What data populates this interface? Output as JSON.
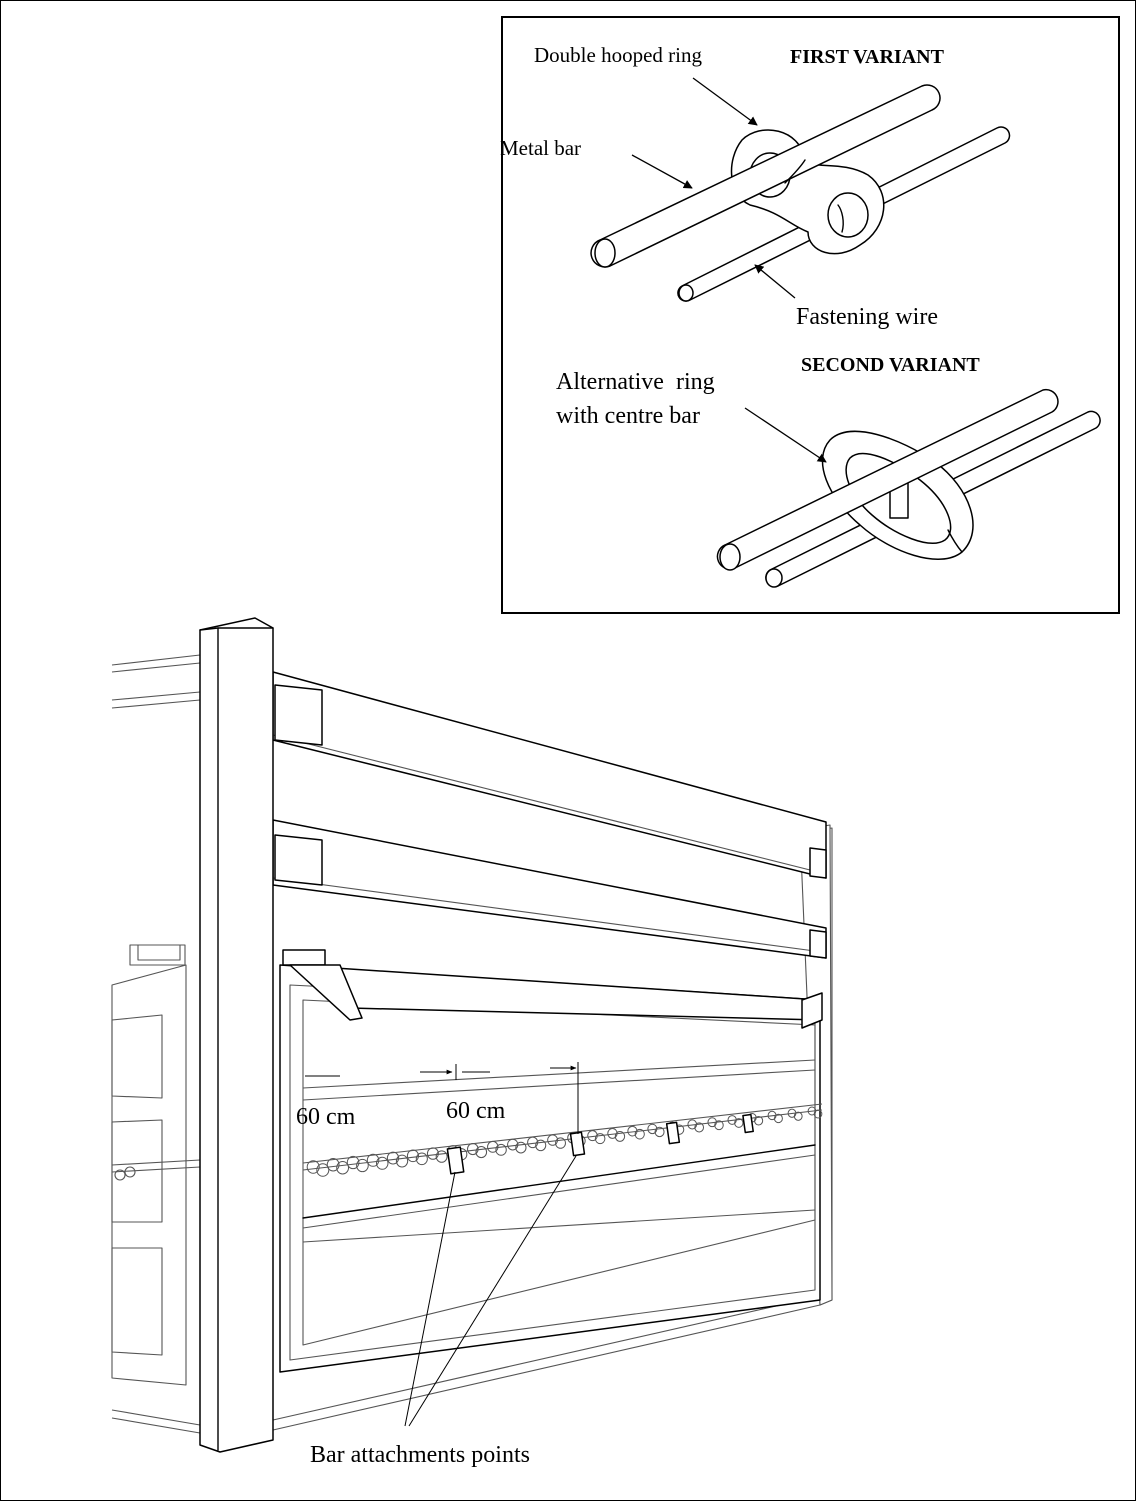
{
  "inset": {
    "first_variant_title": "FIRST VARIANT",
    "second_variant_title": "SECOND VARIANT",
    "label_double_ring": "Double hooped ring",
    "label_metal_bar": "Metal bar",
    "label_fastening_wire": "Fastening wire",
    "label_alt_ring_line1": "Alternative  ring",
    "label_alt_ring_line2": "with centre bar"
  },
  "main": {
    "spacing_label_1": "60 cm",
    "spacing_label_2": "60 cm",
    "attachment_label": "Bar attachments points"
  }
}
